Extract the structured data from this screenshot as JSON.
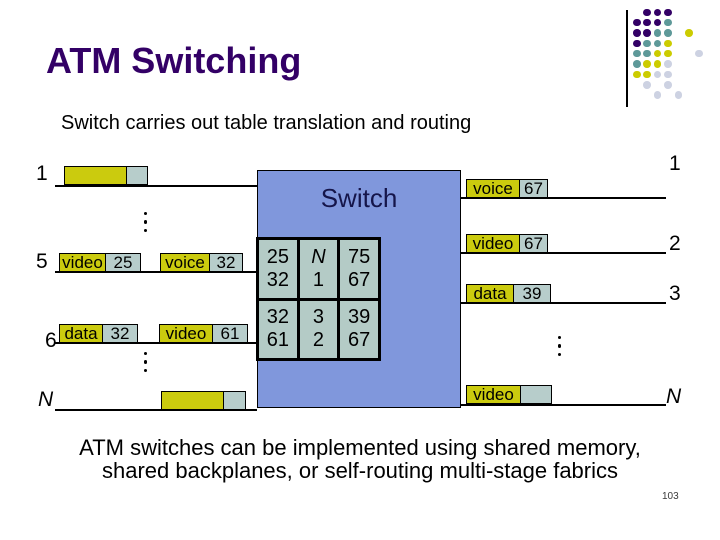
{
  "slide": {
    "title": "ATM Switching",
    "subtitle": "Switch carries out table translation and routing",
    "footer_line1": "ATM switches can be implemented using shared memory,",
    "footer_line2": "shared backplanes, or self-routing multi-stage fabrics",
    "page_number": "103"
  },
  "colors": {
    "title_text": "#330066",
    "switch_fill": "#8097DC",
    "table_cell_fill": "#B4CBC6",
    "header_label_fill": "#CBCB0E",
    "vci_value_fill": "#B7CDCB",
    "wire": "#000000"
  },
  "switch": {
    "label": "Switch",
    "table": {
      "rows": [
        [
          [
            "25",
            "32"
          ],
          [
            "N",
            "1"
          ],
          [
            "75",
            "67"
          ]
        ],
        [
          [
            "32",
            "61"
          ],
          [
            "3",
            "2"
          ],
          [
            "39",
            "67"
          ]
        ]
      ]
    }
  },
  "inputs": [
    {
      "port": "1",
      "cells": [
        {
          "label": "",
          "value": ""
        }
      ]
    },
    {
      "port": "5",
      "cells": [
        {
          "label": "video",
          "value": "25"
        },
        {
          "label": "voice",
          "value": "32"
        }
      ]
    },
    {
      "port": "6",
      "cells": [
        {
          "label": "data",
          "value": "32"
        },
        {
          "label": "video",
          "value": "61"
        }
      ]
    },
    {
      "port": "N",
      "cells": [
        {
          "label": "",
          "value": ""
        }
      ]
    }
  ],
  "outputs": [
    {
      "port": "1",
      "cells": [
        {
          "label": "voice",
          "value": "67"
        }
      ]
    },
    {
      "port": "2",
      "cells": [
        {
          "label": "video",
          "value": "67"
        }
      ]
    },
    {
      "port": "3",
      "cells": [
        {
          "label": "data",
          "value": "39"
        }
      ]
    },
    {
      "port": "N",
      "cells": [
        {
          "label": "video",
          "value": ""
        }
      ]
    }
  ],
  "decoration": {
    "pattern": [
      ".ppp...",
      "pppt...",
      "pptt.y.",
      "ptty...",
      "ttyy..g",
      "tyyg...",
      "yygg...",
      ".g.g...",
      "..g.g.."
    ],
    "colors": {
      "p": "#330066",
      "t": "#5E9999",
      "y": "#CCCC00",
      "g": "#CDD2E2"
    }
  }
}
